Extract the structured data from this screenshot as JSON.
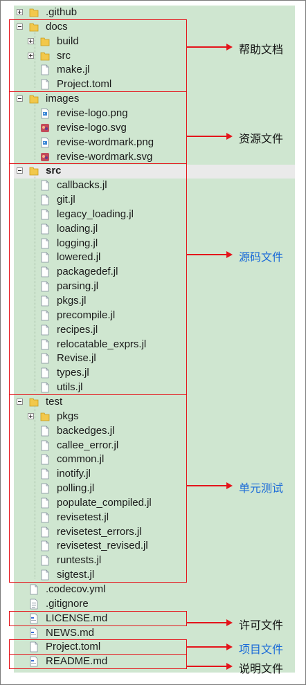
{
  "colors": {
    "tree_background": "#cfe6d0",
    "highlight_box": "#e4141b",
    "annotation_black": "#111111",
    "annotation_blue": "#1a6ad8"
  },
  "tree": [
    {
      "label": ".github",
      "kind": "folder",
      "expander": "plus",
      "depth": 0
    },
    {
      "label": "docs",
      "kind": "folder",
      "expander": "minus",
      "depth": 0
    },
    {
      "label": "build",
      "kind": "folder",
      "expander": "plus",
      "depth": 1
    },
    {
      "label": "src",
      "kind": "folder",
      "expander": "plus",
      "depth": 1
    },
    {
      "label": "make.jl",
      "kind": "file",
      "depth": 1
    },
    {
      "label": "Project.toml",
      "kind": "file",
      "depth": 1
    },
    {
      "label": "images",
      "kind": "folder",
      "expander": "minus",
      "depth": 0
    },
    {
      "label": "revise-logo.png",
      "kind": "image",
      "depth": 1
    },
    {
      "label": "revise-logo.svg",
      "kind": "svg",
      "depth": 1
    },
    {
      "label": "revise-wordmark.png",
      "kind": "image",
      "depth": 1
    },
    {
      "label": "revise-wordmark.svg",
      "kind": "svg",
      "depth": 1
    },
    {
      "label": "src",
      "kind": "folder",
      "expander": "minus",
      "depth": 0,
      "bold": true
    },
    {
      "label": "callbacks.jl",
      "kind": "file",
      "depth": 1
    },
    {
      "label": "git.jl",
      "kind": "file",
      "depth": 1
    },
    {
      "label": "legacy_loading.jl",
      "kind": "file",
      "depth": 1
    },
    {
      "label": "loading.jl",
      "kind": "file",
      "depth": 1
    },
    {
      "label": "logging.jl",
      "kind": "file",
      "depth": 1
    },
    {
      "label": "lowered.jl",
      "kind": "file",
      "depth": 1
    },
    {
      "label": "packagedef.jl",
      "kind": "file",
      "depth": 1
    },
    {
      "label": "parsing.jl",
      "kind": "file",
      "depth": 1
    },
    {
      "label": "pkgs.jl",
      "kind": "file",
      "depth": 1
    },
    {
      "label": "precompile.jl",
      "kind": "file",
      "depth": 1
    },
    {
      "label": "recipes.jl",
      "kind": "file",
      "depth": 1
    },
    {
      "label": "relocatable_exprs.jl",
      "kind": "file",
      "depth": 1
    },
    {
      "label": "Revise.jl",
      "kind": "file",
      "depth": 1
    },
    {
      "label": "types.jl",
      "kind": "file",
      "depth": 1
    },
    {
      "label": "utils.jl",
      "kind": "file",
      "depth": 1
    },
    {
      "label": "test",
      "kind": "folder",
      "expander": "minus",
      "depth": 0
    },
    {
      "label": "pkgs",
      "kind": "folder",
      "expander": "plus",
      "depth": 1
    },
    {
      "label": "backedges.jl",
      "kind": "file",
      "depth": 1
    },
    {
      "label": "callee_error.jl",
      "kind": "file",
      "depth": 1
    },
    {
      "label": "common.jl",
      "kind": "file",
      "depth": 1
    },
    {
      "label": "inotify.jl",
      "kind": "file",
      "depth": 1
    },
    {
      "label": "polling.jl",
      "kind": "file",
      "depth": 1
    },
    {
      "label": "populate_compiled.jl",
      "kind": "file",
      "depth": 1
    },
    {
      "label": "revisetest.jl",
      "kind": "file",
      "depth": 1
    },
    {
      "label": "revisetest_errors.jl",
      "kind": "file",
      "depth": 1
    },
    {
      "label": "revisetest_revised.jl",
      "kind": "file",
      "depth": 1
    },
    {
      "label": "runtests.jl",
      "kind": "file",
      "depth": 1
    },
    {
      "label": "sigtest.jl",
      "kind": "file",
      "depth": 1
    },
    {
      "label": ".codecov.yml",
      "kind": "plain",
      "depth": 0
    },
    {
      "label": ".gitignore",
      "kind": "text",
      "depth": 0
    },
    {
      "label": "LICENSE.md",
      "kind": "md",
      "depth": 0
    },
    {
      "label": "NEWS.md",
      "kind": "md",
      "depth": 0
    },
    {
      "label": "Project.toml",
      "kind": "plain",
      "depth": 0
    },
    {
      "label": "README.md",
      "kind": "md",
      "depth": 0
    }
  ],
  "annotations": [
    {
      "label": "帮助文档",
      "color": "#111111",
      "first_row": 1,
      "last_row": 5,
      "arrow_row": 2.4
    },
    {
      "label": "资源文件",
      "color": "#111111",
      "first_row": 6,
      "last_row": 10,
      "arrow_row": 8.6
    },
    {
      "label": "源码文件",
      "color": "#1a6ad8",
      "first_row": 11,
      "last_row": 26,
      "arrow_row": 16.8
    },
    {
      "label": "单元测试",
      "color": "#1a6ad8",
      "first_row": 27,
      "last_row": 39,
      "arrow_row": 32.8
    },
    {
      "label": "许可文件",
      "color": "#111111",
      "first_row": 42,
      "last_row": 42,
      "arrow_row": 42.3
    },
    {
      "label": "项目文件",
      "color": "#1a6ad8",
      "first_row": 44,
      "last_row": 44,
      "arrow_row": 44
    },
    {
      "label": "说明文件",
      "color": "#111111",
      "first_row": 45,
      "last_row": 45,
      "arrow_row": 45.3
    }
  ]
}
